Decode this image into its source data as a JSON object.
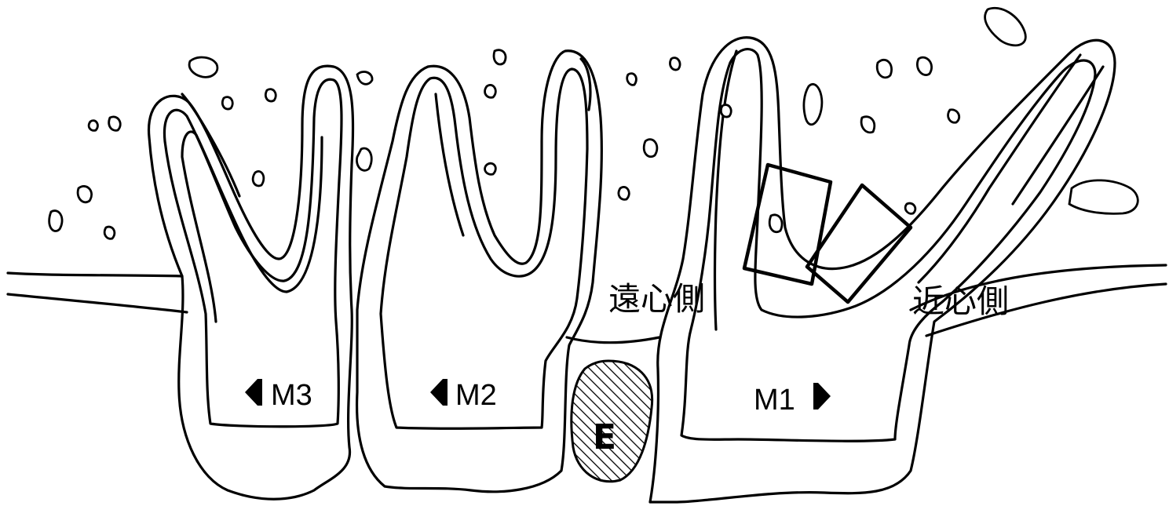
{
  "labels": {
    "distal": "遠心側",
    "mesial": "近心側"
  },
  "teeth": [
    {
      "id": "m3",
      "label": "M3",
      "arrow": "left"
    },
    {
      "id": "m2",
      "label": "M2",
      "arrow": "left"
    },
    {
      "id": "m1",
      "label": "M1",
      "arrow": "right"
    }
  ],
  "element": {
    "label": "E"
  }
}
